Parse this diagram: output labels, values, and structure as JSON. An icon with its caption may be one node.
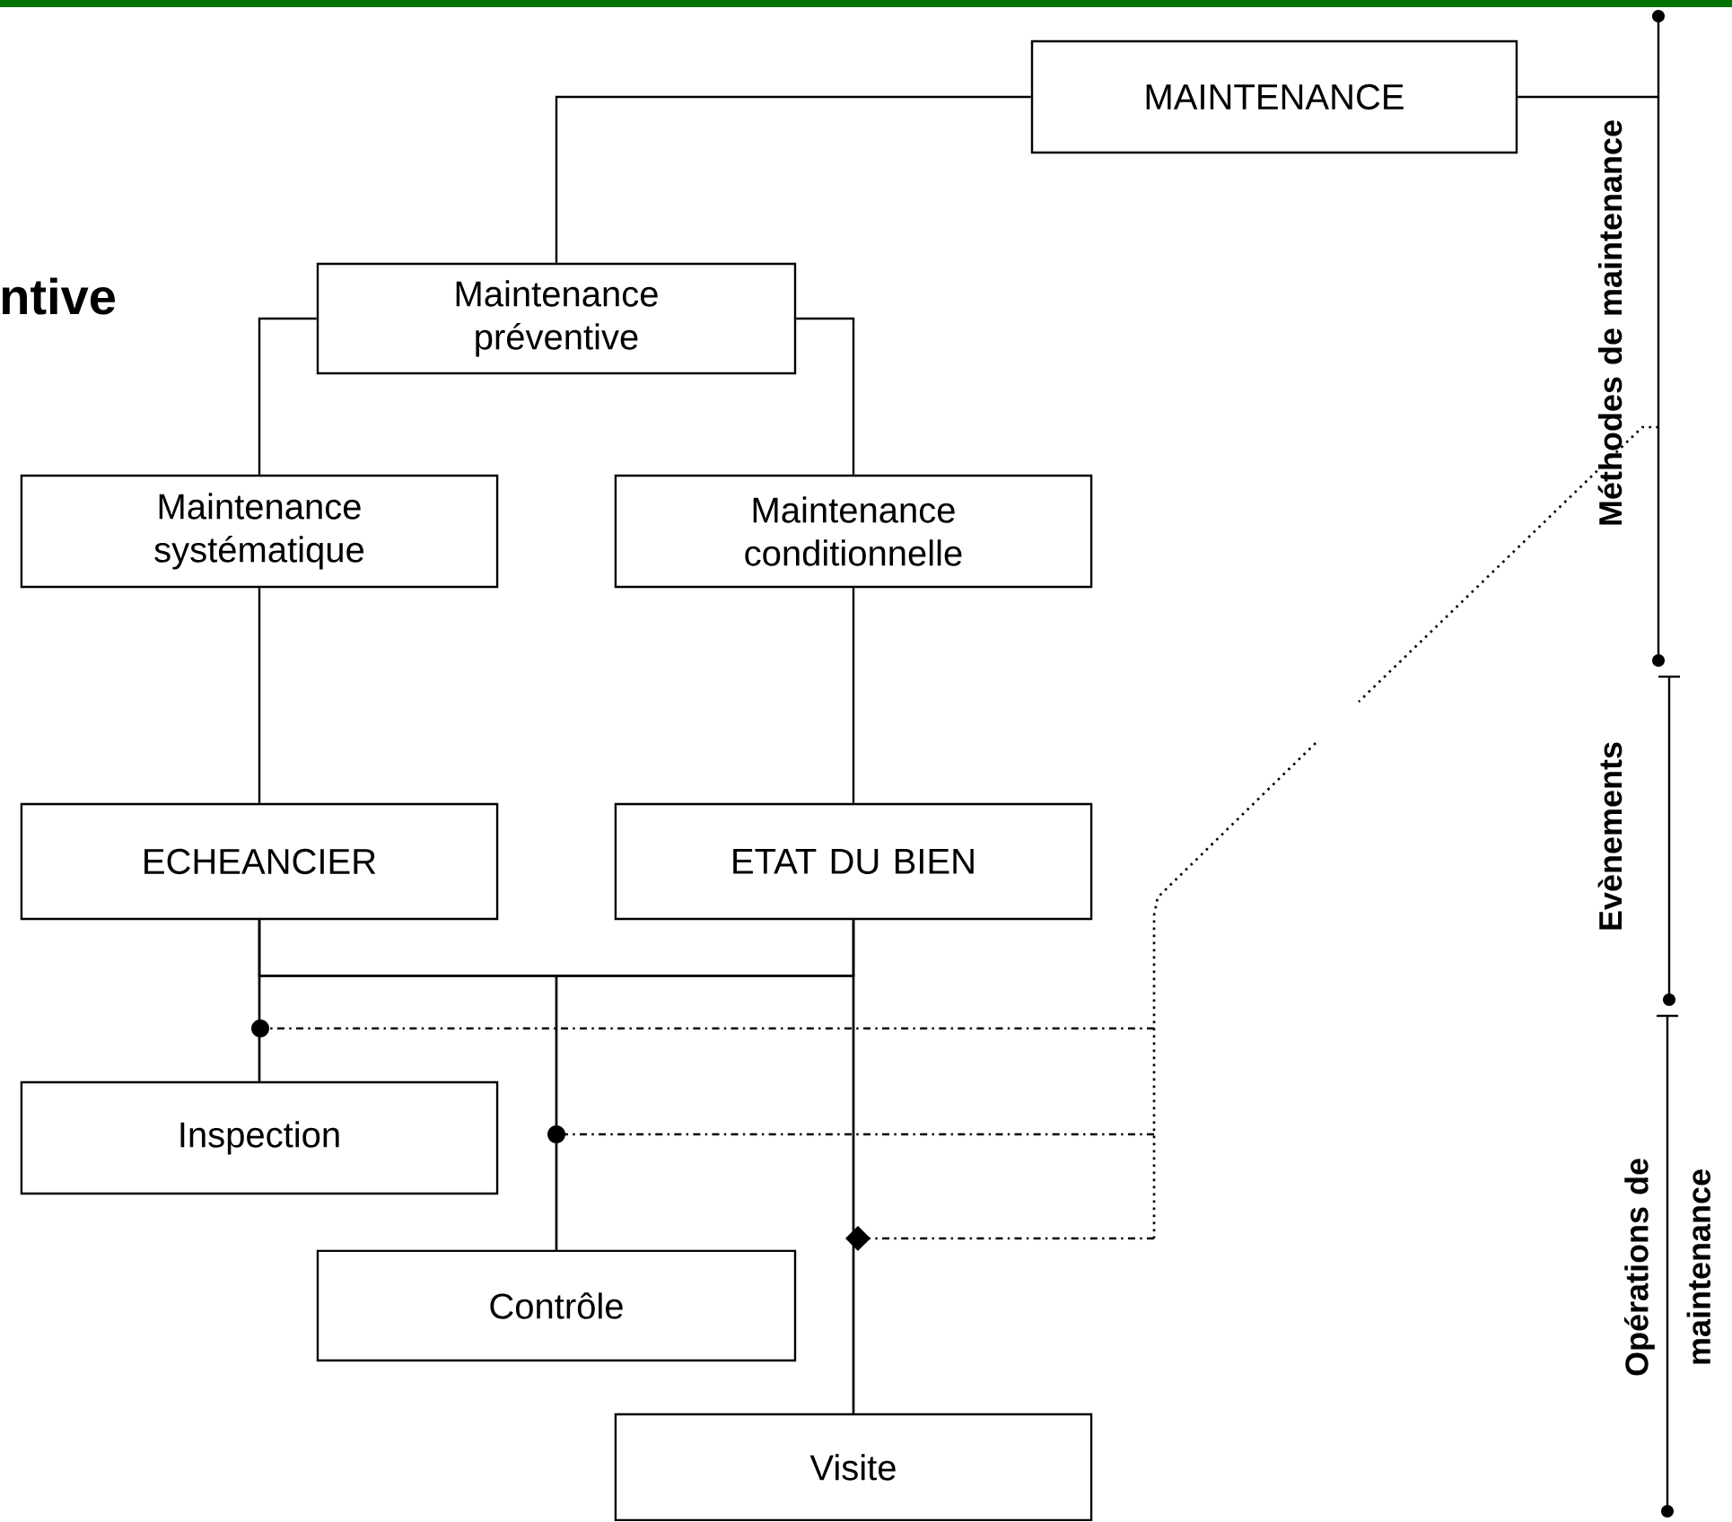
{
  "diagram": {
    "title": "ntive",
    "nodes": [
      {
        "text": [
          "MAINTENANCE"
        ]
      },
      {
        "text": [
          "Maintenance préventive"
        ]
      },
      {
        "text": [
          "Maintenance systématique"
        ]
      },
      {
        "text": [
          "Maintenance conditionnelle"
        ]
      },
      {
        "text": [
          "ECHEANCIER"
        ]
      },
      {
        "text": [
          "ETAT DU BIEN"
        ]
      },
      {
        "text": [
          "Inspection"
        ]
      },
      {
        "text": [
          "Contrôle"
        ]
      },
      {
        "text": [
          "Visite"
        ]
      }
    ],
    "edges": [
      {
        "from": 0,
        "to": 1,
        "arrow": "none"
      },
      {
        "from": 0,
        "to": null,
        "arrow": "none"
      },
      {
        "from": 1,
        "to": 2,
        "arrow": "none"
      },
      {
        "from": 1,
        "to": 3,
        "arrow": "none"
      },
      {
        "from": 2,
        "to": 4,
        "arrow": "none"
      },
      {
        "from": 3,
        "to": 5,
        "arrow": "none"
      },
      {
        "from": 4,
        "to": 6,
        "arrow": "none"
      },
      {
        "from": 4,
        "to": 7,
        "arrow": "none"
      },
      {
        "from": 4,
        "to": 8,
        "arrow": "none"
      },
      {
        "from": 5,
        "to": 6,
        "arrow": "none"
      },
      {
        "from": 5,
        "to": 7,
        "arrow": "none"
      },
      {
        "from": 5,
        "to": 8,
        "arrow": "none"
      }
    ],
    "labels": [
      "Méthodes de maintenance",
      "Evènements",
      "Opérations de maintenance"
    ]
  }
}
